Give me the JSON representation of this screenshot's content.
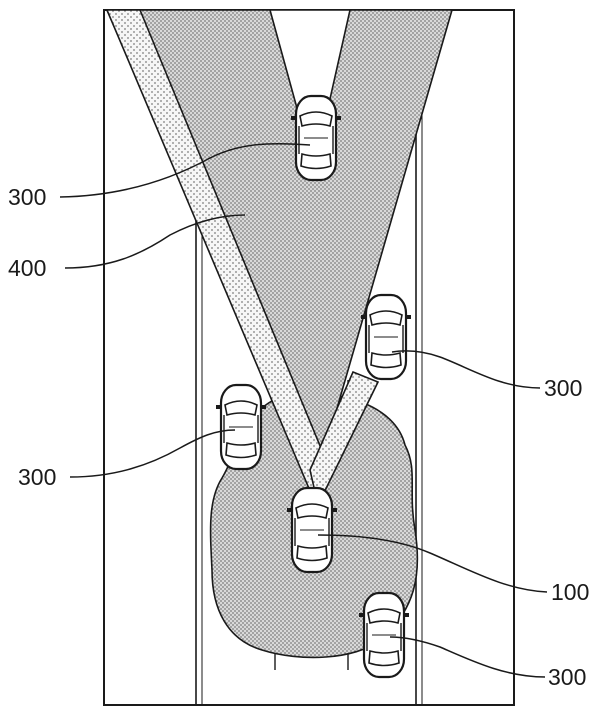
{
  "labels": {
    "car_top": "300",
    "sensor_region": "400",
    "car_right_upper": "300",
    "car_left": "300",
    "ego_vehicle": "100",
    "car_bottom_right": "300"
  },
  "colors": {
    "line": "#1a1a1a",
    "fill_dots": "#8a8a8a",
    "fill_bg": "#d8d8d8",
    "beam_bg": "#f4f4f4"
  }
}
